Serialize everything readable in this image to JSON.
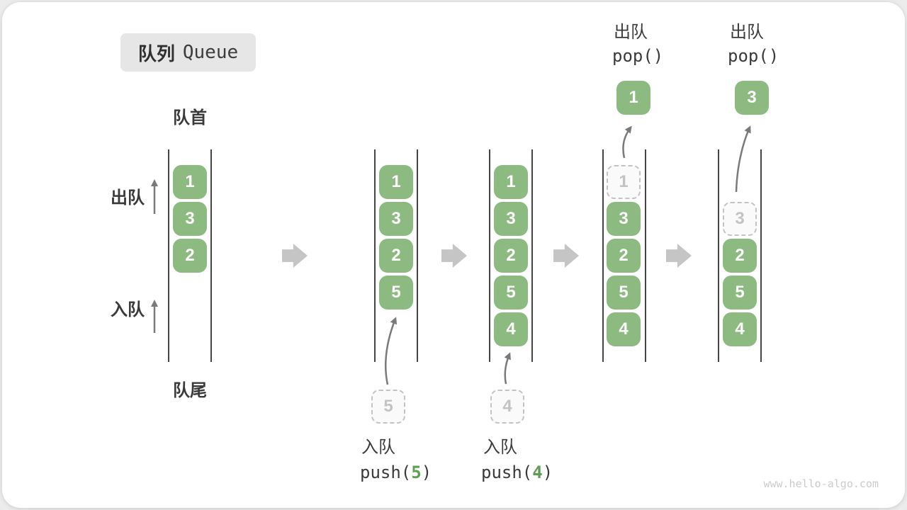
{
  "title": {
    "zh": "队列",
    "en": "Queue"
  },
  "side_labels": {
    "front": "队首",
    "rear": "队尾",
    "dequeue": "出队",
    "enqueue": "入队"
  },
  "colors": {
    "green": "#8CBA81",
    "code_green": "#5BA053",
    "line": "#454545",
    "text": "#3A3A3A",
    "ghost": "#C3C3C3",
    "arrow_gray": "#7A7A7A",
    "flow_arrow": "#C5C5C5",
    "title_bg": "#E6E6E6",
    "watermark_gray": "#CBCBCB"
  },
  "states": [
    {
      "items": [
        "1",
        "3",
        "2"
      ]
    },
    {
      "items": [
        "1",
        "3",
        "2",
        "5"
      ],
      "incoming_value": "5",
      "op_label": "入队",
      "op_code_pre": "push(",
      "op_code_arg": "5",
      "op_code_post": ")"
    },
    {
      "items": [
        "1",
        "3",
        "2",
        "5",
        "4"
      ],
      "incoming_value": "4",
      "op_label": "入队",
      "op_code_pre": "push(",
      "op_code_arg": "4",
      "op_code_post": ")"
    },
    {
      "items": [
        "3",
        "2",
        "5",
        "4"
      ],
      "removed_value": "1",
      "popped_value": "1",
      "op_label": "出队",
      "op_code": "pop()"
    },
    {
      "items": [
        "2",
        "5",
        "4"
      ],
      "removed_value": "3",
      "popped_value": "3",
      "op_label": "出队",
      "op_code": "pop()"
    }
  ],
  "watermark": "www.hello-algo.com"
}
